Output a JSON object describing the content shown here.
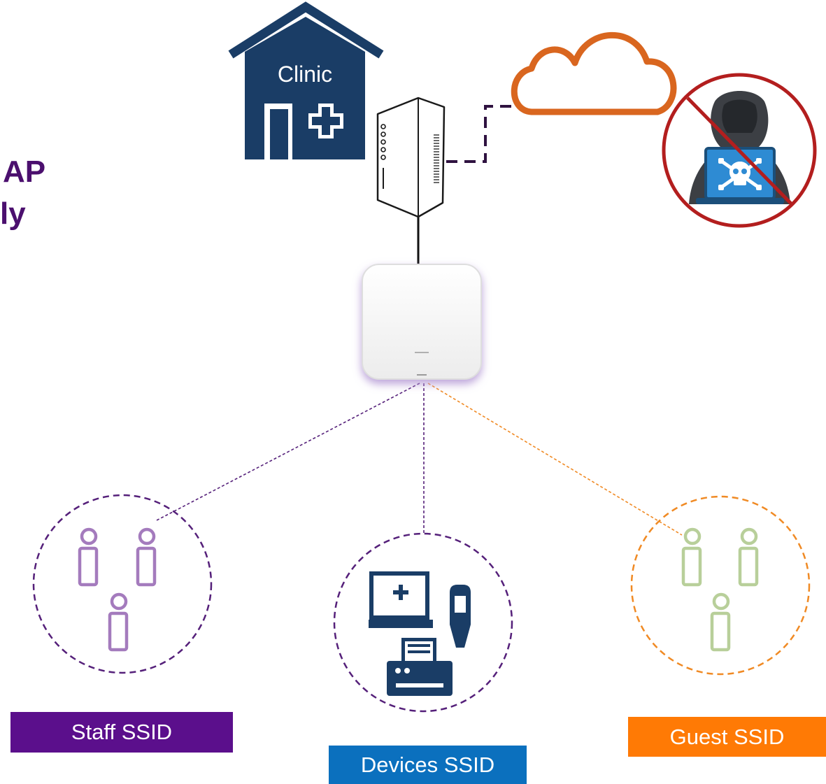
{
  "heading": {
    "line1": "AP",
    "line2": "ly"
  },
  "clinic": {
    "label": "Clinic"
  },
  "ssids": {
    "staff": {
      "label": "Staff SSID",
      "color": "#5b0f8c"
    },
    "devices": {
      "label": "Devices SSID",
      "color": "#0b70be"
    },
    "guest": {
      "label": "Guest SSID",
      "color": "#ff7a05"
    }
  },
  "colors": {
    "clinic_blue": "#1a3d66",
    "cloud_orange": "#d9661f",
    "forbidden_red": "#b31e1e",
    "staff_purple": "#a47bbd",
    "guest_green": "#b8cf9a",
    "link_purple": "#55207a",
    "link_orange": "#f08a24"
  },
  "icons": [
    "clinic-icon",
    "router-icon",
    "cloud-icon",
    "hacker-blocked-icon",
    "access-point-icon",
    "person-icon",
    "monitor-icon",
    "scanner-icon",
    "printer-icon"
  ]
}
